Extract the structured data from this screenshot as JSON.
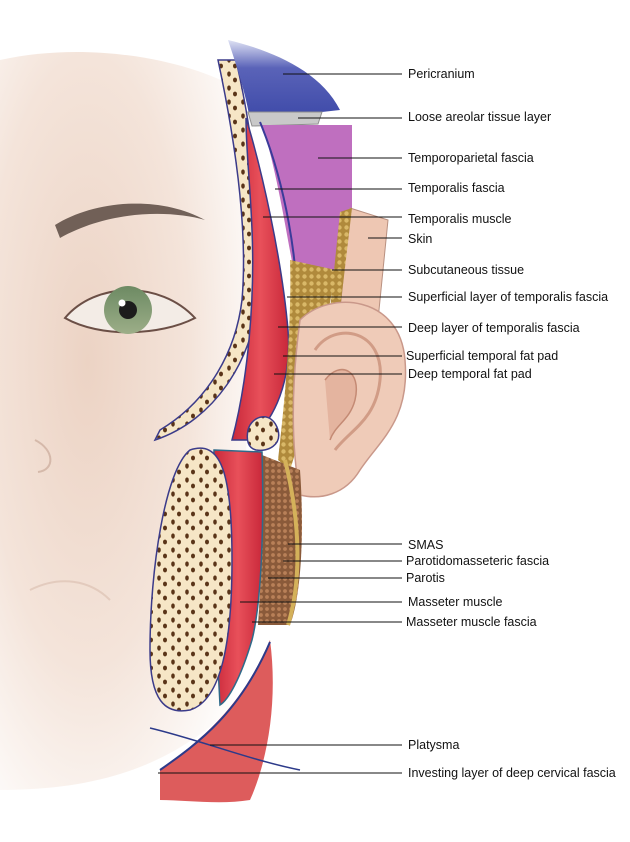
{
  "labels": [
    {
      "id": "pericranium",
      "text": "Pericranium"
    },
    {
      "id": "loose-areolar",
      "text": "Loose areolar tissue layer"
    },
    {
      "id": "temporoparietal",
      "text": "Temporoparietal fascia"
    },
    {
      "id": "temporalis-fascia",
      "text": "Temporalis fascia"
    },
    {
      "id": "temporalis-muscle",
      "text": "Temporalis muscle"
    },
    {
      "id": "skin",
      "text": "Skin"
    },
    {
      "id": "subcutaneous",
      "text": "Subcutaneous tissue"
    },
    {
      "id": "superficial-temporalis-fascia",
      "text": "Superficial layer of temporalis fascia"
    },
    {
      "id": "deep-temporalis-fascia",
      "text": "Deep layer of temporalis fascia"
    },
    {
      "id": "superficial-fat-pad",
      "text": "Superficial temporal fat pad"
    },
    {
      "id": "deep-fat-pad",
      "text": "Deep temporal fat pad"
    },
    {
      "id": "smas",
      "text": "SMAS"
    },
    {
      "id": "parotidomasseteric",
      "text": "Parotidomasseteric fascia"
    },
    {
      "id": "parotis",
      "text": "Parotis"
    },
    {
      "id": "masseter-muscle",
      "text": "Masseter muscle"
    },
    {
      "id": "masseter-fascia",
      "text": "Masseter muscle fascia"
    },
    {
      "id": "platysma",
      "text": "Platysma"
    },
    {
      "id": "investing-layer",
      "text": "Investing layer of deep cervical fascia"
    }
  ]
}
